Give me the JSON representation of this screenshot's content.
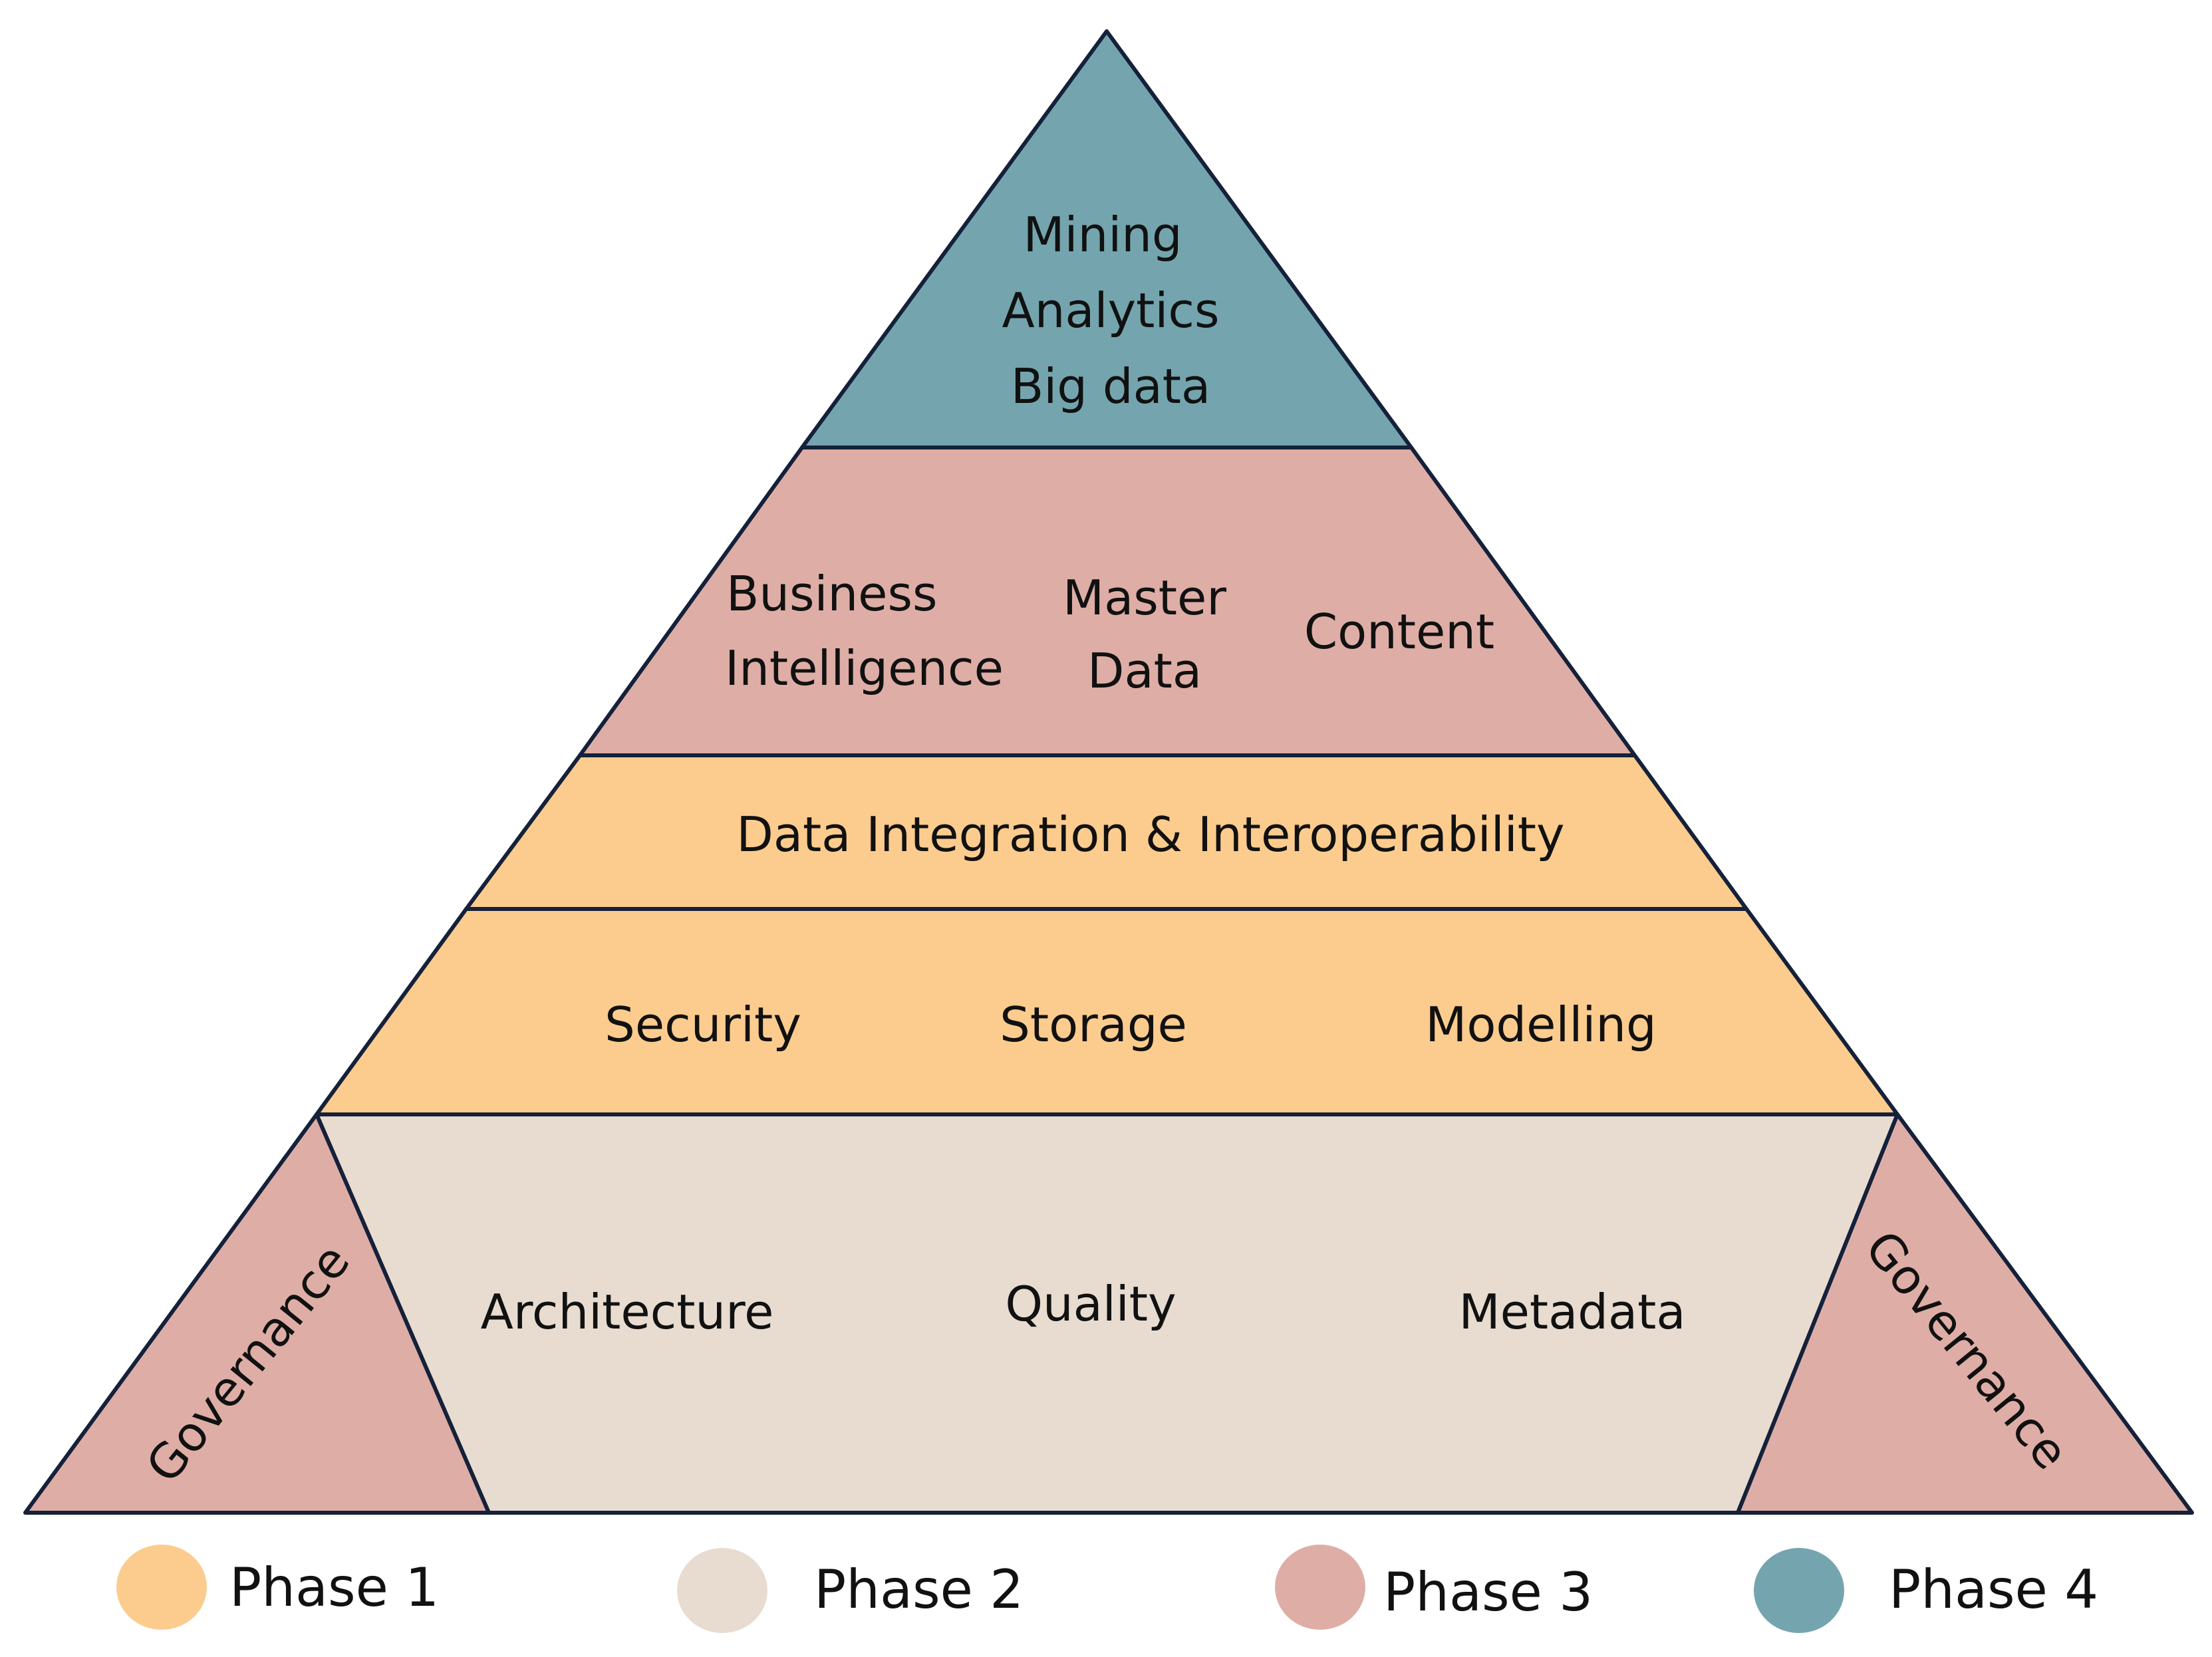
{
  "colors": {
    "phase_1": "#fccc8e",
    "phase_2": "#e8dcd0",
    "phase_3": "#deaea6",
    "phase_4": "#74a5ae",
    "outline": "#15213a"
  },
  "pyramid": {
    "apex": {
      "lines": [
        "Mining",
        "Analytics",
        "Big data"
      ]
    },
    "level_4": {
      "business_intelligence": [
        "Business",
        "Intelligence"
      ],
      "master_data": [
        "Master",
        "Data"
      ],
      "content": "Content"
    },
    "level_3": {
      "data_integration": "Data Integration & Interoperability"
    },
    "level_2": {
      "security": "Security",
      "storage": "Storage",
      "modelling": "Modelling"
    },
    "base": {
      "architecture": "Architecture",
      "quality": "Quality",
      "metadata": "Metadata"
    },
    "governance_left": "Governance",
    "governance_right": "Governance"
  },
  "legend": [
    {
      "label": "Phase 1",
      "color": "#fccc8e"
    },
    {
      "label": "Phase 2",
      "color": "#e8dcd0"
    },
    {
      "label": "Phase 3",
      "color": "#deaea6"
    },
    {
      "label": "Phase 4",
      "color": "#74a5ae"
    }
  ]
}
